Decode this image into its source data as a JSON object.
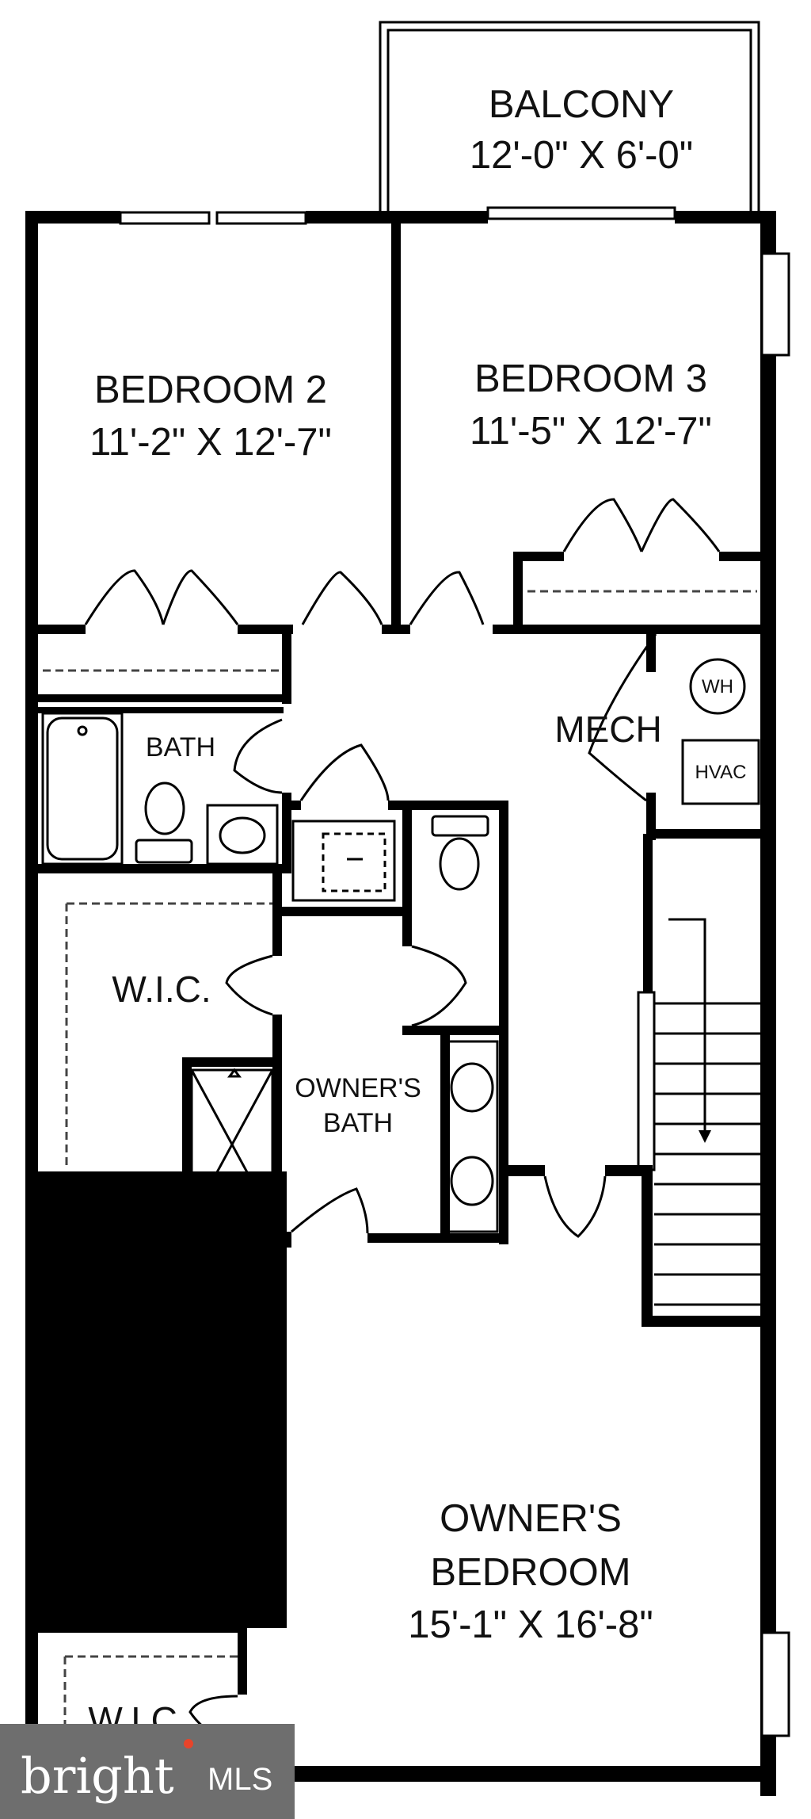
{
  "rooms": {
    "balcony": {
      "name": "BALCONY",
      "dims": "12'-0\" X 6'-0\""
    },
    "bedroom2": {
      "name": "BEDROOM 2",
      "dims": "11'-2\" X 12'-7\""
    },
    "bedroom3": {
      "name": "BEDROOM 3",
      "dims": "11'-5\" X 12'-7\""
    },
    "bath": {
      "name": "BATH"
    },
    "mech": {
      "name": "MECH"
    },
    "wh": {
      "name": "WH"
    },
    "hvac": {
      "name": "HVAC"
    },
    "wic": {
      "name": "W.I.C."
    },
    "wic2": {
      "name": "W.I.C."
    },
    "owners_bath": {
      "name_line1": "OWNER'S",
      "name_line2": "BATH"
    },
    "owners_bedroom": {
      "name_line1": "OWNER'S",
      "name_line2": "BEDROOM",
      "dims": "15'-1\" X 16'-8\""
    }
  },
  "watermark": {
    "brand": "bright",
    "suffix": "MLS",
    "accent_color": "#e8442a"
  },
  "colors": {
    "wall": "#000000",
    "background": "#ffffff"
  }
}
